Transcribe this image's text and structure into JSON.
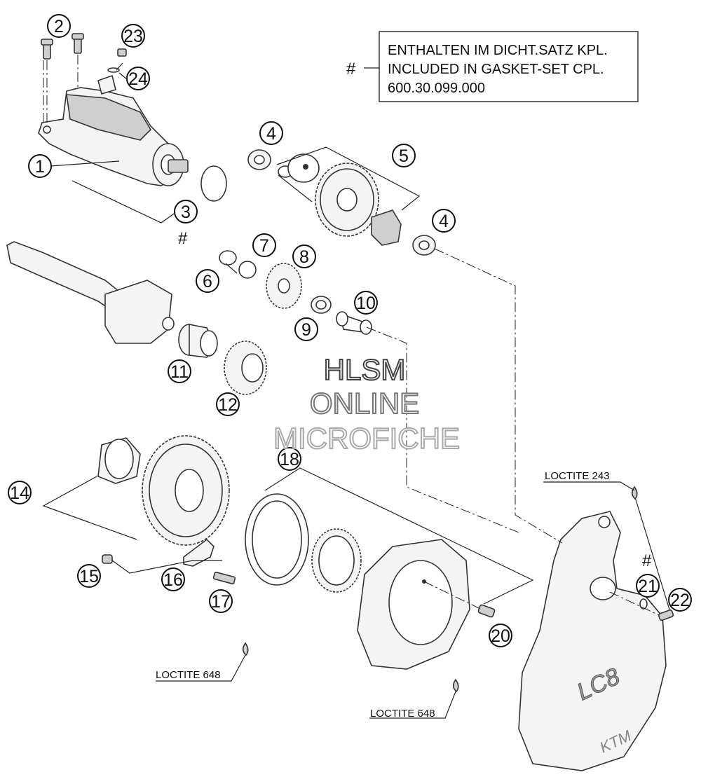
{
  "note": {
    "line1": "ENTHALTEN IM DICHT.SATZ KPL.",
    "line2": "INCLUDED IN GASKET-SET CPL.",
    "line3": "600.30.099.000",
    "marker": "#"
  },
  "watermark": {
    "line1": "HLSM",
    "line2": "ONLINE",
    "line3": "MICROFICHE"
  },
  "labels": {
    "loctite_243": "LOCTITE 243",
    "loctite_648_a": "LOCTITE 648",
    "loctite_648_b": "LOCTITE 648",
    "hash_3": "#",
    "hash_21": "#"
  },
  "callouts": {
    "c1": "1",
    "c2": "2",
    "c3": "3",
    "c4a": "4",
    "c4b": "4",
    "c5": "5",
    "c6": "6",
    "c7": "7",
    "c8": "8",
    "c9": "9",
    "c10": "10",
    "c11": "11",
    "c12": "12",
    "c14": "14",
    "c15": "15",
    "c16": "16",
    "c17": "17",
    "c18": "18",
    "c20": "20",
    "c21": "21",
    "c22": "22",
    "c23": "23",
    "c24": "24"
  },
  "cover_logo": {
    "model": "LC8",
    "brand": "KTM"
  }
}
